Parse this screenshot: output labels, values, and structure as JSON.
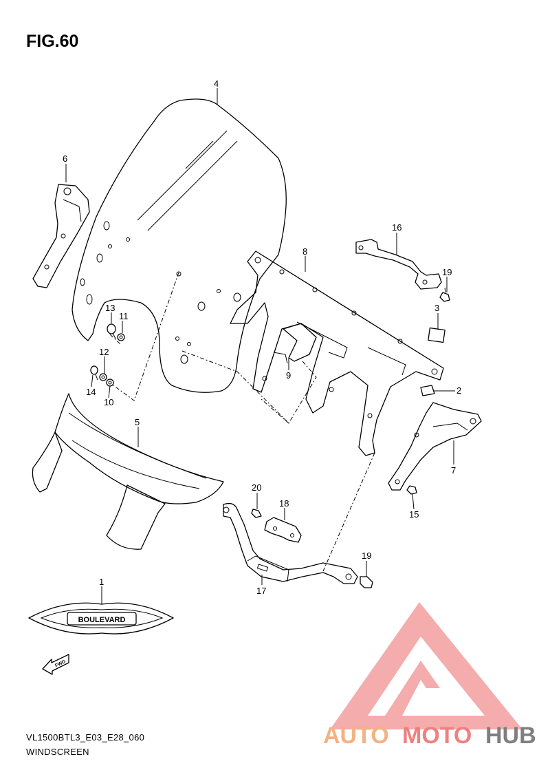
{
  "figure": {
    "title": "FIG.60",
    "model_code": "VL1500BTL3_E03_E28_060",
    "section_name": "WINDSCREEN"
  },
  "emblem": {
    "text": "BOULEVARD"
  },
  "fwd_arrow": {
    "text": "FWD"
  },
  "watermark": {
    "part1": "AUTO",
    "part2": "MOTO",
    "part3": "HUB",
    "color1": "#f4b183",
    "color2": "#f08080",
    "color3": "#7f7f7f"
  },
  "callouts": {
    "p1": "1",
    "p2": "2",
    "p3": "3",
    "p4": "4",
    "p5": "5",
    "p6": "6",
    "p7": "7",
    "p8": "8",
    "p9": "9",
    "p10": "10",
    "p11": "11",
    "p12": "12",
    "p13": "13",
    "p14": "14",
    "p15": "15",
    "p16": "16",
    "p17": "17",
    "p18": "18",
    "p19a": "19",
    "p19b": "19",
    "p20": "20"
  }
}
